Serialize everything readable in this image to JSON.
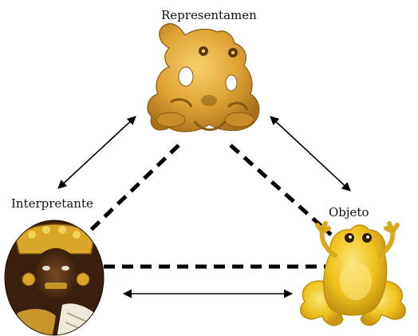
{
  "nodes": {
    "representamen": {
      "label": "Representamen",
      "icon": "golden-frog-figurine-icon"
    },
    "interpretante": {
      "label": "Interpretante",
      "icon": "shaman-portrait-icon"
    },
    "objeto": {
      "label": "Objeto",
      "icon": "golden-frog-icon"
    }
  },
  "colors": {
    "figurine_gold": "#e0a436",
    "figurine_dark": "#8a5a12",
    "frog_yellow": "#f0c21c",
    "frog_outline": "#b9860a",
    "arrow": "#000000",
    "dashed": "#000000"
  }
}
